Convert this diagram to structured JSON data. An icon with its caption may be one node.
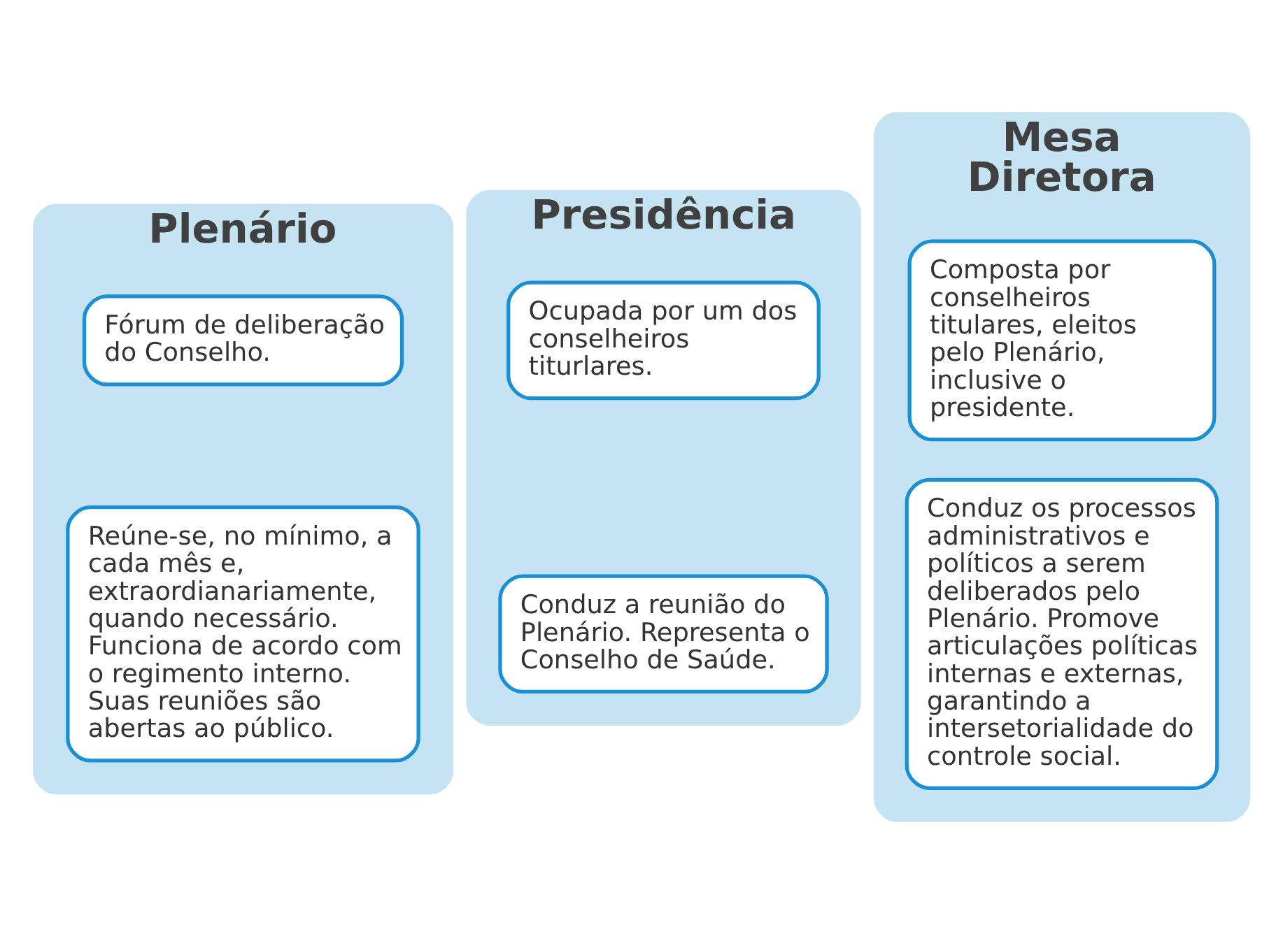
{
  "diagram": {
    "nodes": [
      {
        "text": [
          "Plenário"
        ]
      },
      {
        "text": [
          "Fórum de deliberação do Conselho."
        ],
        "in": 0
      },
      {
        "text": [
          "Reúne-se, no mínimo, a cada mês e, extraordianariamente, quando necessário. Funciona de acordo com o regimento interno. Suas reuniões são abertas ao público."
        ],
        "in": 0
      },
      {
        "text": [
          "Presidência"
        ]
      },
      {
        "text": [
          "Ocupada por um dos conselheiros titurlares."
        ],
        "in": 3
      },
      {
        "text": [
          "Conduz a reunião do Plenário. Representa o Conselho de Saúde."
        ],
        "in": 3
      },
      {
        "text": [
          "Mesa Diretora"
        ]
      },
      {
        "text": [
          "Composta por conselheiros titulares, eleitos pelo Plenário, inclusive o presidente."
        ],
        "in": 6
      },
      {
        "text": [
          "Conduz os processos administrativos e políticos a serem deliberados pelo Plenário. Promove articulações políticas internas e externas, garantindo a intersetorialidade do controle social."
        ],
        "in": 6
      }
    ],
    "edges": []
  }
}
